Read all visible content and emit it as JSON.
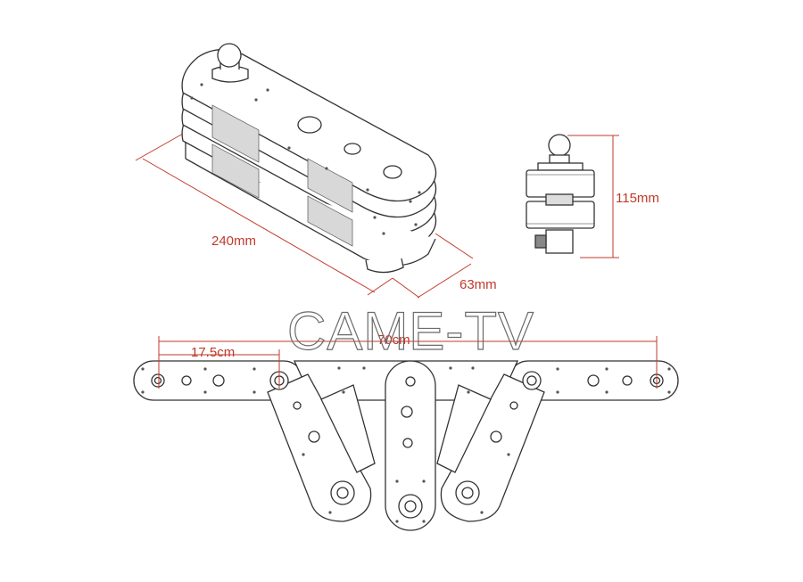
{
  "dimensions": {
    "length": "240mm",
    "width": "63mm",
    "height": "115mm",
    "span_total": "70cm",
    "span_segment": "17.5cm"
  },
  "watermark": "CAME-TV",
  "colors": {
    "dimension_line": "#c0392b",
    "outline": "#333333",
    "watermark": "#6b6b6b"
  }
}
